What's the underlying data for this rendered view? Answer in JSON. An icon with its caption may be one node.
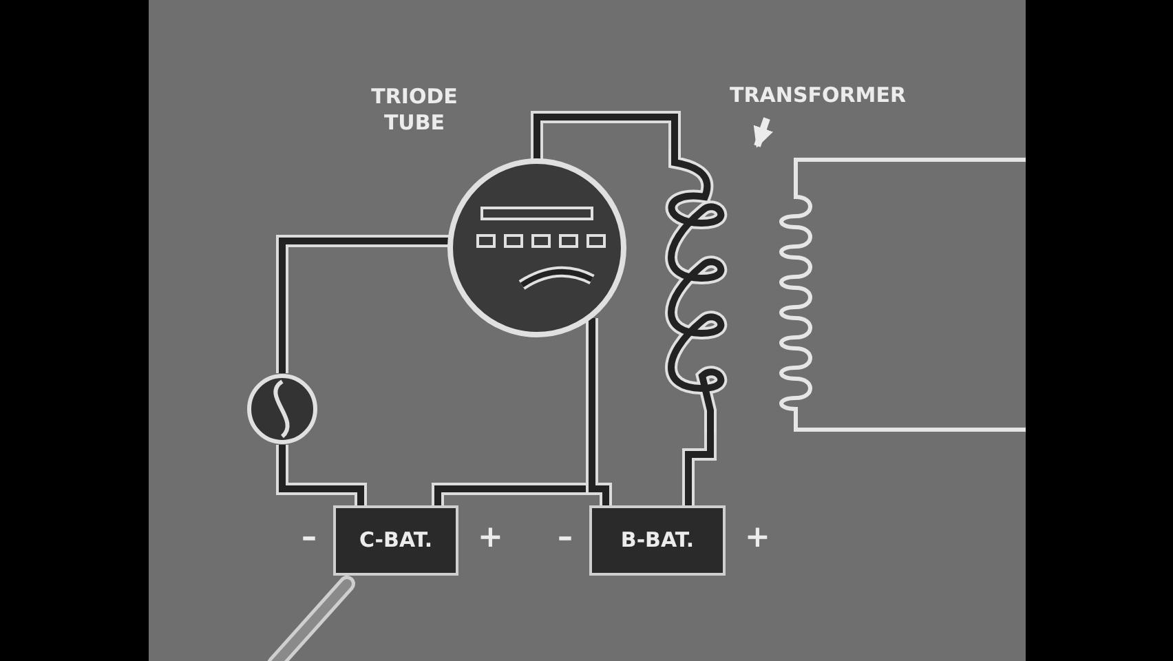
{
  "diagram": {
    "nodes": [
      {
        "text": [
          "TRIODE TUBE"
        ]
      },
      {
        "text": [
          "TRANSFORMER"
        ]
      },
      {
        "text": [],
        "shape": "coil"
      },
      {
        "text": [],
        "shape": "circle"
      },
      {
        "text": [
          "C-BAT."
        ],
        "beside": [
          "–",
          "+"
        ]
      },
      {
        "text": [
          "B-BAT."
        ],
        "beside": [
          "–",
          "+"
        ]
      }
    ],
    "edges": [
      {
        "from": 3,
        "to": 0,
        "arrow": "none"
      },
      {
        "from": 3,
        "to": 4,
        "arrow": "none"
      },
      {
        "from": 4,
        "to": 0,
        "arrow": "none"
      },
      {
        "from": 5,
        "to": 0,
        "arrow": "none"
      },
      {
        "from": 0,
        "to": 2,
        "arrow": "none"
      },
      {
        "from": 5,
        "to": 2,
        "arrow": "none"
      },
      {
        "from": 1,
        "to": 2,
        "arrow": "to"
      },
      {
        "from": 2,
        "to": null,
        "arrow": "none"
      },
      {
        "from": 2,
        "to": null,
        "arrow": "none"
      }
    ]
  }
}
